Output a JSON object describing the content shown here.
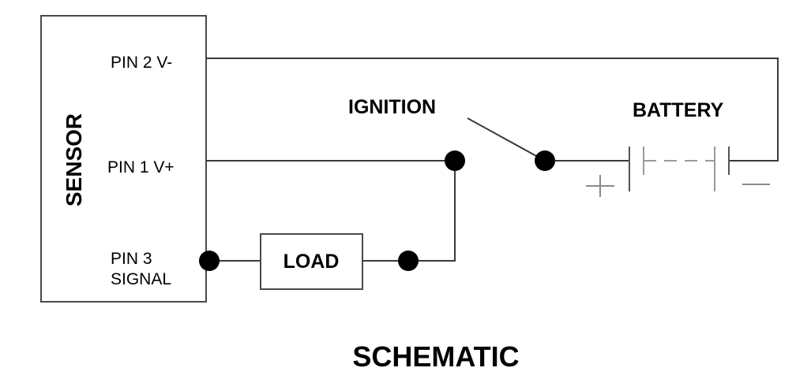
{
  "diagram": {
    "sensor_label": "SENSOR",
    "pins": {
      "pin2": "PIN 2 V-",
      "pin1": "PIN 1 V+",
      "pin3_line1": "PIN 3",
      "pin3_line2": "SIGNAL"
    },
    "ignition_label": "IGNITION",
    "battery_label": "BATTERY",
    "load_label": "LOAD",
    "battery_positive_symbol": "+",
    "battery_negative_symbol": "−",
    "caption": "SCHEMATIC"
  }
}
